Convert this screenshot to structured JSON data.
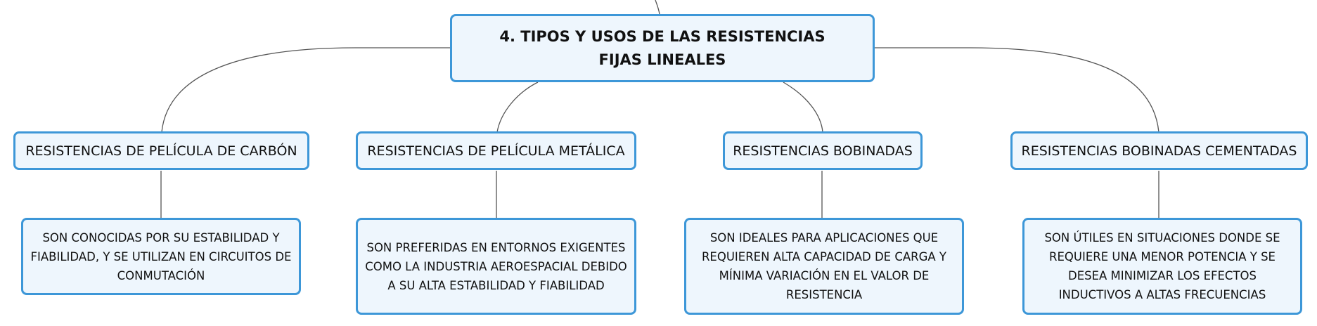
{
  "root": {
    "title": "4. TIPOS Y USOS DE LAS RESISTENCIAS FIJAS LINEALES"
  },
  "branches": [
    {
      "label": "RESISTENCIAS DE PELÍCULA DE CARBÓN",
      "description": "SON CONOCIDAS POR SU ESTABILIDAD Y FIABILIDAD, Y SE UTILIZAN EN CIRCUITOS DE CONMUTACIÓN"
    },
    {
      "label": "RESISTENCIAS DE PELÍCULA METÁLICA",
      "description": "SON PREFERIDAS EN ENTORNOS EXIGENTES COMO LA INDUSTRIA AEROESPACIAL DEBIDO A SU ALTA ESTABILIDAD Y FIABILIDAD"
    },
    {
      "label": "RESISTENCIAS BOBINADAS",
      "description": "SON IDEALES PARA APLICACIONES QUE REQUIEREN ALTA CAPACIDAD DE CARGA Y MÍNIMA VARIACIÓN EN EL VALOR DE RESISTENCIA"
    },
    {
      "label": "RESISTENCIAS BOBINADAS CEMENTADAS",
      "description": "SON ÚTILES EN SITUACIONES DONDE SE REQUIERE UNA MENOR POTENCIA Y SE DESEA MINIMIZAR LOS EFECTOS INDUCTIVOS A ALTAS FRECUENCIAS"
    }
  ],
  "colors": {
    "node_border": "#3d97d8",
    "node_fill": "#eef6fd",
    "connector": "#555555"
  }
}
